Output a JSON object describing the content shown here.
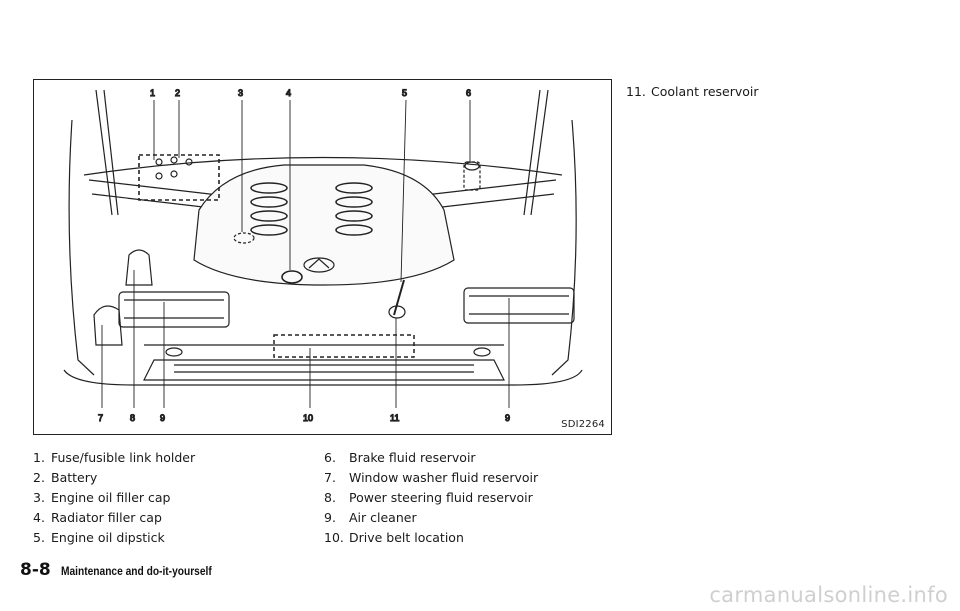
{
  "figure": {
    "code": "SDI2264",
    "callouts_top": [
      "1",
      "2",
      "3",
      "4",
      "5",
      "6"
    ],
    "callouts_bottom": [
      "7",
      "8",
      "9",
      "10",
      "11",
      "9"
    ]
  },
  "legend_left": [
    {
      "num": "1.",
      "label": "Fuse/fusible link holder"
    },
    {
      "num": "2.",
      "label": "Battery"
    },
    {
      "num": "3.",
      "label": "Engine oil filler cap"
    },
    {
      "num": "4.",
      "label": "Radiator filler cap"
    },
    {
      "num": "5.",
      "label": "Engine oil dipstick"
    }
  ],
  "legend_right": [
    {
      "num": "6.",
      "label": "Brake fluid reservoir"
    },
    {
      "num": "7.",
      "label": "Window washer fluid reservoir"
    },
    {
      "num": "8.",
      "label": "Power steering fluid reservoir"
    },
    {
      "num": "9.",
      "label": "Air cleaner"
    },
    {
      "num": "10.",
      "label": "Drive belt location"
    }
  ],
  "legend_top": [
    {
      "num": "11.",
      "label": "Coolant reservoir"
    }
  ],
  "footer": {
    "page_number": "8-8",
    "section_title": "Maintenance and do-it-yourself"
  },
  "watermark": "carmanualsonline.info"
}
